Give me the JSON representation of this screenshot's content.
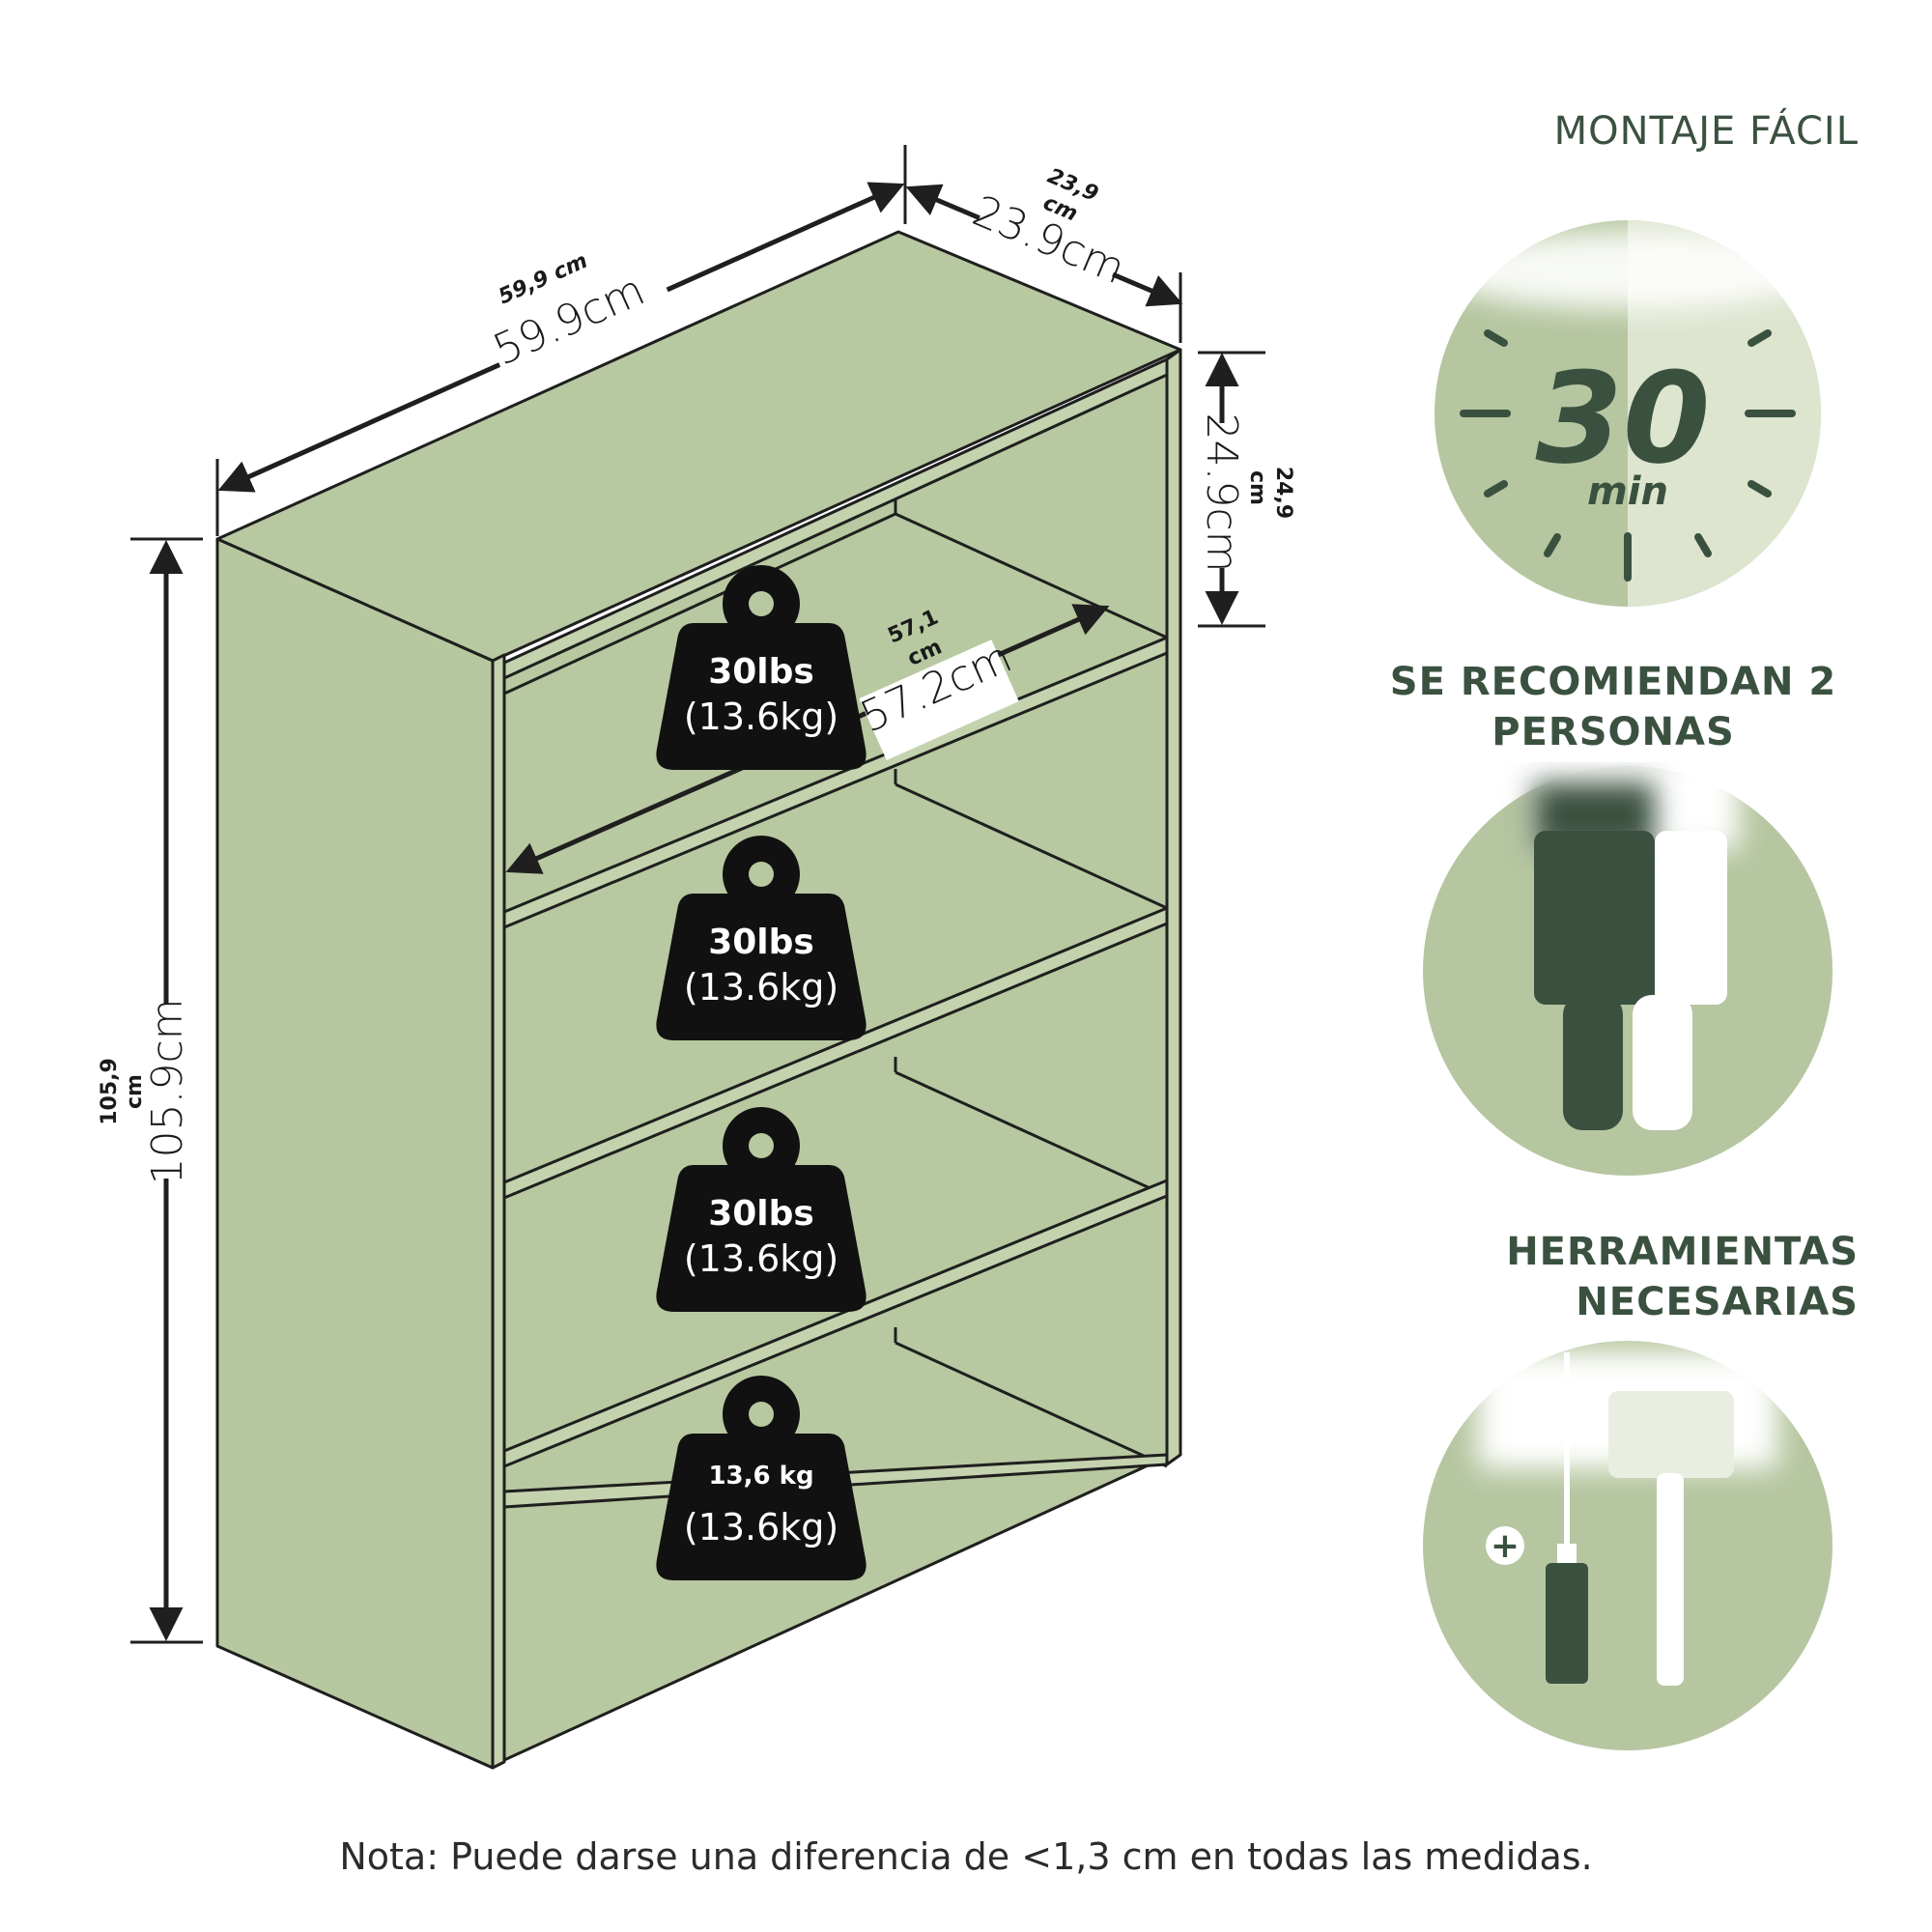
{
  "dimensions": {
    "width_main": "59.9cm",
    "width_small": "59,9 cm",
    "depth_main": "23.9cm",
    "depth_small_1": "23,9",
    "depth_small_2": "cm",
    "shelf_gap_main": "24.9cm",
    "shelf_gap_small_1": "24,9",
    "shelf_gap_small_2": "cm",
    "inner_width_main": "57.2cm",
    "inner_width_small_1": "57,1",
    "inner_width_small_2": "cm",
    "height_main": "105.9cm",
    "height_small_1": "105,9",
    "height_small_2": "cm"
  },
  "weights": [
    {
      "top": "30lbs",
      "bottom": "(13.6kg)"
    },
    {
      "top": "30lbs",
      "bottom": "(13.6kg)"
    },
    {
      "top": "30lbs",
      "bottom": "(13.6kg)"
    },
    {
      "top": "13,6 kg",
      "bottom": "(13.6kg)"
    }
  ],
  "sidebar": {
    "assembly_title": "MONTAJE FÁCIL",
    "timer_value": "30",
    "timer_unit": "min",
    "people_title_line1": "SE RECOMIENDAN 2",
    "people_title_line2": "PERSONAS",
    "tools_title_line1": "HERRAMIENTAS",
    "tools_title_line2": "NECESARIAS"
  },
  "note": "Nota: Puede darse una diferencia de <1,3 cm en todas las medidas.",
  "colors": {
    "panel": "#b8c8a0",
    "panel_dark": "#a9ba8f",
    "line": "#1f1f1f",
    "accent_dark": "#3b5140",
    "circle": "#b6c6a0",
    "circle_light": "#dde5cf"
  }
}
